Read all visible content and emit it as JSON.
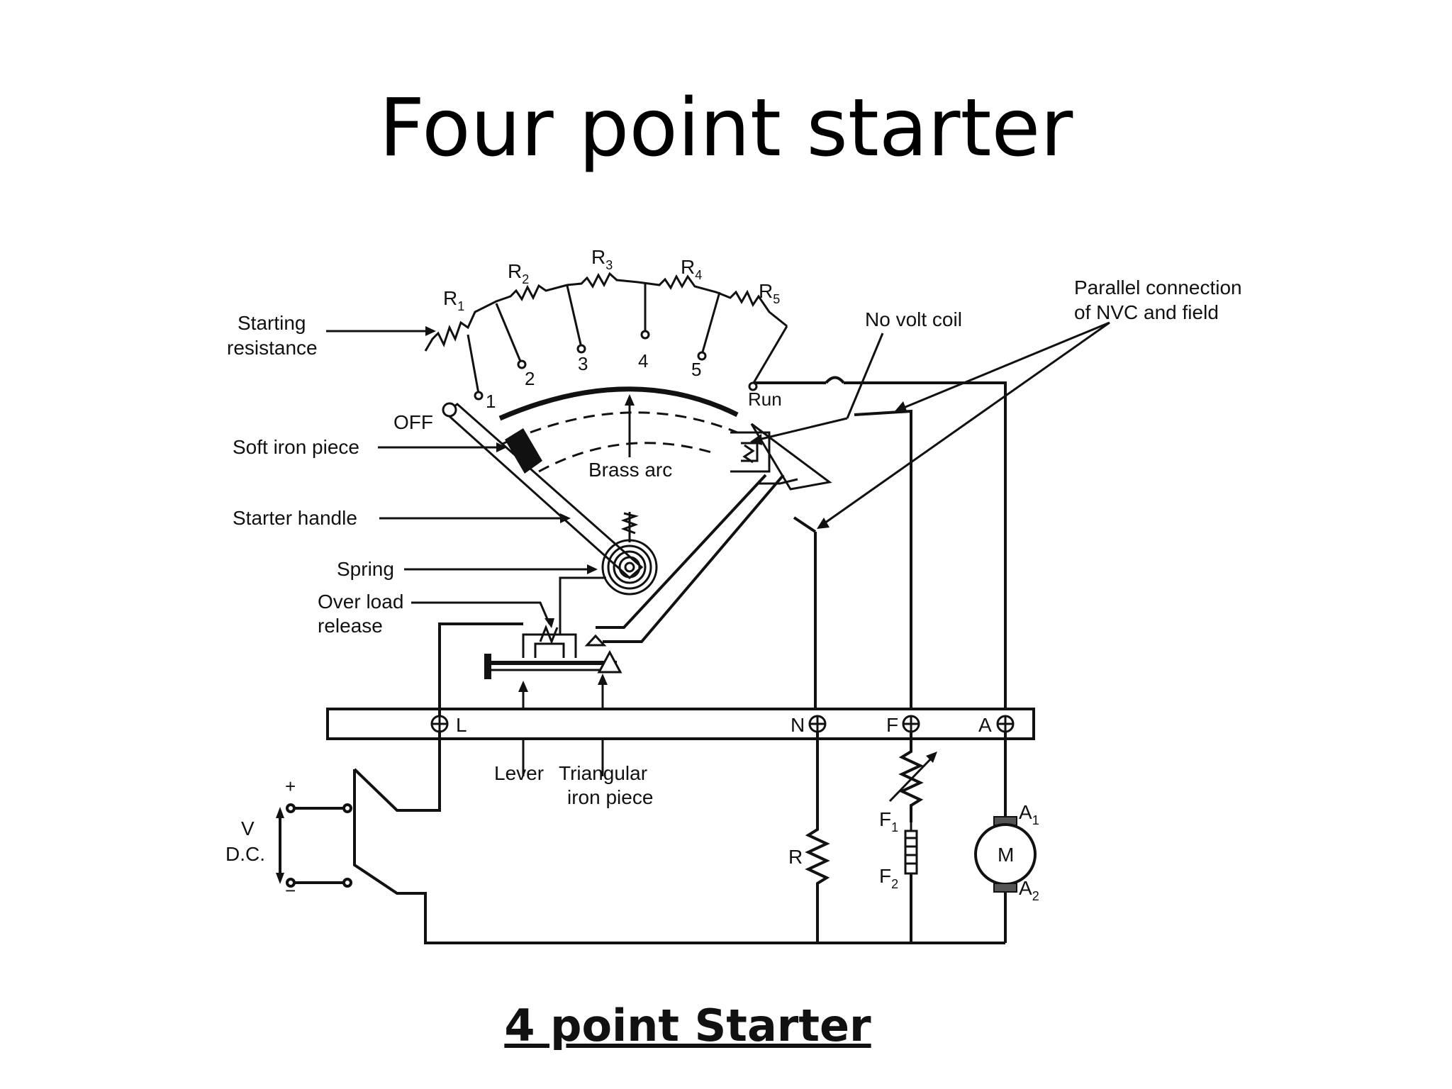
{
  "title": "Four point starter",
  "caption": "4 point Starter",
  "labels": {
    "starting_resistance_1": "Starting",
    "starting_resistance_2": "resistance",
    "soft_iron_piece": "Soft iron piece",
    "starter_handle": "Starter handle",
    "spring": "Spring",
    "over_load_1": "Over load",
    "over_load_2": "release",
    "brass_arc": "Brass arc",
    "no_volt_coil": "No volt coil",
    "parallel_1": "Parallel connection",
    "parallel_2": "of NVC and field",
    "off": "OFF",
    "run": "Run",
    "lever": "Lever",
    "triangular_1": "Triangular",
    "triangular_2": "iron piece",
    "v": "V",
    "dc": "D.C.",
    "plus": "+",
    "minus": "−",
    "terminal_L": "L",
    "terminal_N": "N",
    "terminal_F": "F",
    "terminal_A": "A",
    "r": "R",
    "f1": "F",
    "f2": "F",
    "m": "M",
    "a1": "A",
    "a2": "A"
  },
  "resistors": [
    "R",
    "R",
    "R",
    "R",
    "R"
  ],
  "resistor_subs": [
    "1",
    "2",
    "3",
    "4",
    "5"
  ],
  "studs": [
    "1",
    "2",
    "3",
    "4",
    "5"
  ],
  "subs": {
    "f1": "1",
    "f2": "2",
    "a1": "1",
    "a2": "2"
  }
}
